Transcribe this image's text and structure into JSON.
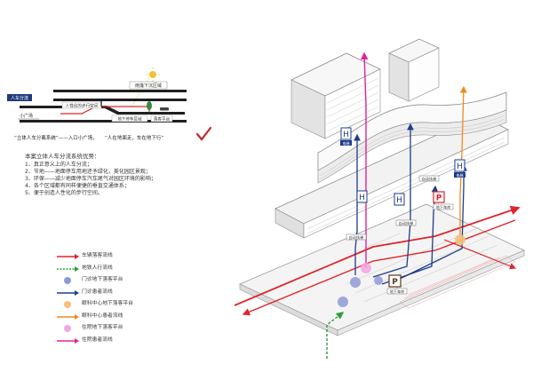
{
  "section": {
    "label_separation": "人车分流",
    "label_pedestrian": "人性化的步行空间",
    "label_canopy": "雨篷下沉区域",
    "label_small_plaza": "小广场",
    "label_underground": "地下停车区域",
    "label_dropoff": "落客平台",
    "caption_part1": "“立体人车分离系统”——入口小广场，",
    "caption_part2": "“人在地面走，车在地下行”"
  },
  "advantages": {
    "title": "本案立体人车分流系统优势：",
    "items": [
      "1、真正意义上的人车分流；",
      "2、节地——地面停车用地还予绿化，美化园区景观；",
      "3、环保——减少地面停车汽车尾气对园区环境的影响；",
      "4、各个区域都有同样便捷的垂直交通体系；",
      "5、便于创造人性化的步行空间。"
    ]
  },
  "legend": [
    {
      "symbol": "red-arrow",
      "label": "车辆落客流线",
      "color": "#e0242b"
    },
    {
      "symbol": "green-dashed-arrow",
      "label": "地铁人行流线",
      "color": "#2a9d3a"
    },
    {
      "symbol": "blue-circle",
      "label": "门诊地下落客平台",
      "color": "#8e9ad6"
    },
    {
      "symbol": "blue-arrow",
      "label": "门诊患者流线",
      "color": "#1e3c8c"
    },
    {
      "symbol": "orange-circle",
      "label": "眼科中心地下落客平台",
      "color": "#f6c07a"
    },
    {
      "symbol": "orange-arrow",
      "label": "眼科中心患者流线",
      "color": "#f08a1e"
    },
    {
      "symbol": "pink-circle",
      "label": "住院地下落客平台",
      "color": "#f3a6e0"
    },
    {
      "symbol": "magenta-arrow",
      "label": "住院患者流线",
      "color": "#e0239b"
    }
  ],
  "diagram": {
    "tag_left_core": "自动扶梯",
    "tag_mid_core": "自动扶梯",
    "tag_right_core": "自动扶梯",
    "tag_parking_top": "地下车库",
    "tag_parking_bottom": "地下车库",
    "parking_letter": "P",
    "elevator_letter": "H",
    "core_label": "电梯"
  },
  "colors": {
    "red": "#e0242b",
    "magenta": "#e0239b",
    "blue": "#1e3c8c",
    "orange": "#f08a1e",
    "green": "#2a9d3a",
    "check": "#c0262d"
  }
}
